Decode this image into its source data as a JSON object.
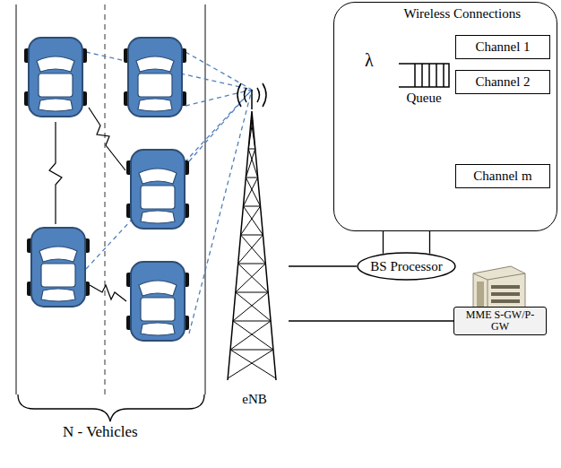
{
  "diagram": {
    "nodes": [
      {
        "text": [
          "Wireless Connections"
        ]
      },
      {
        "text": [
          "Queue"
        ],
        "in": 0
      },
      {
        "text": [
          "Channel 1"
        ],
        "in": 0
      },
      {
        "text": [
          "Channel 2"
        ],
        "in": 0
      },
      {
        "text": [
          "Channel m"
        ],
        "in": 0
      },
      {
        "text": [
          "BS Processor"
        ]
      },
      {
        "text": [
          "eNB"
        ]
      },
      {
        "text": [
          "MME S-GW/P-GW"
        ]
      }
    ],
    "edges": [
      {
        "from": 1,
        "to": 2,
        "arrow": "none"
      },
      {
        "from": 1,
        "to": 3,
        "arrow": "none"
      },
      {
        "from": 1,
        "to": 4,
        "arrow": "none"
      },
      {
        "from": 0,
        "to": 5,
        "arrow": "none"
      },
      {
        "from": 6,
        "to": 5,
        "arrow": "none"
      },
      {
        "from": 6,
        "to": 7,
        "arrow": "none"
      }
    ],
    "labels": [
      "λ",
      "N - Vehicles"
    ]
  }
}
